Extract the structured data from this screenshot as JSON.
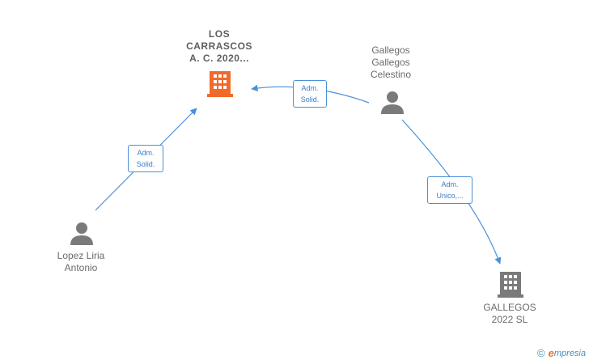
{
  "nodes": {
    "los_carrascos": {
      "label": "LOS\nCARRASCOS\nA.  C. 2020...",
      "kind": "company",
      "color": "#f26a2a"
    },
    "gallegos_celestino": {
      "label": "Gallegos\nGallegos\nCelestino",
      "kind": "person",
      "color": "#7a7a7a"
    },
    "lopez_liria": {
      "label": "Lopez Liria\nAntonio",
      "kind": "person",
      "color": "#7a7a7a"
    },
    "gallegos_2022": {
      "label": "GALLEGOS\n2022  SL",
      "kind": "company",
      "color": "#7a7a7a"
    }
  },
  "edges": {
    "celestino_to_carrascos": {
      "label": "Adm.\nSolid."
    },
    "lopez_to_carrascos": {
      "label": "Adm.\nSolid."
    },
    "celestino_to_gallegos2022": {
      "label": "Adm.\nUnico,..."
    }
  },
  "colors": {
    "edge": "#4a90d9"
  },
  "brand": {
    "copyright": "©",
    "initial": "e",
    "name": "mpresia"
  }
}
